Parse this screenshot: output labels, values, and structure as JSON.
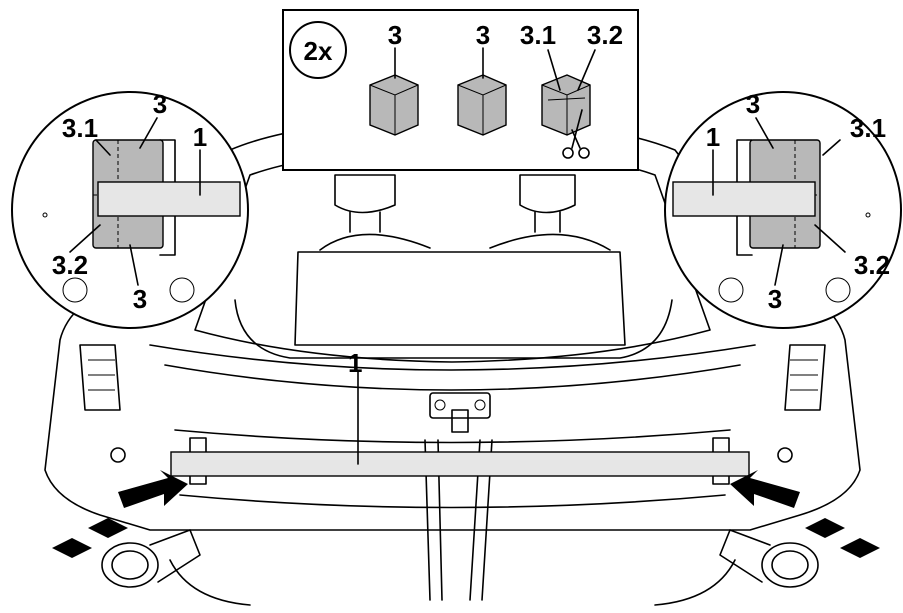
{
  "inset": {
    "multiplier": "2x",
    "part_a": "3",
    "part_b": "3",
    "part_cut_1": "3.1",
    "part_cut_2": "3.2"
  },
  "left_detail": {
    "label_1": "1",
    "label_3_top": "3",
    "label_31": "3.1",
    "label_32": "3.2",
    "label_3_bottom": "3"
  },
  "right_detail": {
    "label_1": "1",
    "label_3_top": "3",
    "label_31": "3.1",
    "label_32": "3.2",
    "label_3_bottom": "3"
  },
  "main": {
    "label_1": "1"
  },
  "colors": {
    "part_fill": "#b8b8b8",
    "bar_fill": "#e6e6e6",
    "line": "#000000"
  }
}
